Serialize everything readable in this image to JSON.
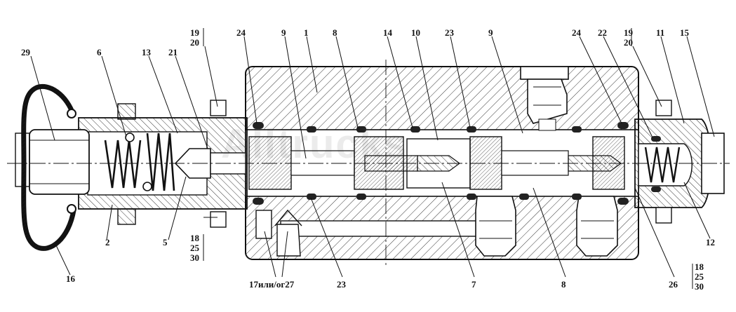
{
  "watermark": "Alltrucks",
  "labels": {
    "l29": "29",
    "l6": "6",
    "l13": "13",
    "l21": "21",
    "l19a": "19",
    "l20a": "20",
    "l24a": "24",
    "l9a": "9",
    "l1": "1",
    "l8a": "8",
    "l14": "14",
    "l10": "10",
    "l23a": "23",
    "l9b": "9",
    "l24b": "24",
    "l22": "22",
    "l19b": "19",
    "l20b": "20",
    "l11": "11",
    "l15": "15",
    "l2": "2",
    "l5": "5",
    "l16": "16",
    "l18a": "18",
    "l25a": "25",
    "l30a": "30",
    "l17": "17или/ог27",
    "l23b": "23",
    "l7": "7",
    "l8b": "8",
    "l26": "26",
    "l12": "12",
    "l18b": "18",
    "l25b": "25",
    "l30b": "30"
  }
}
